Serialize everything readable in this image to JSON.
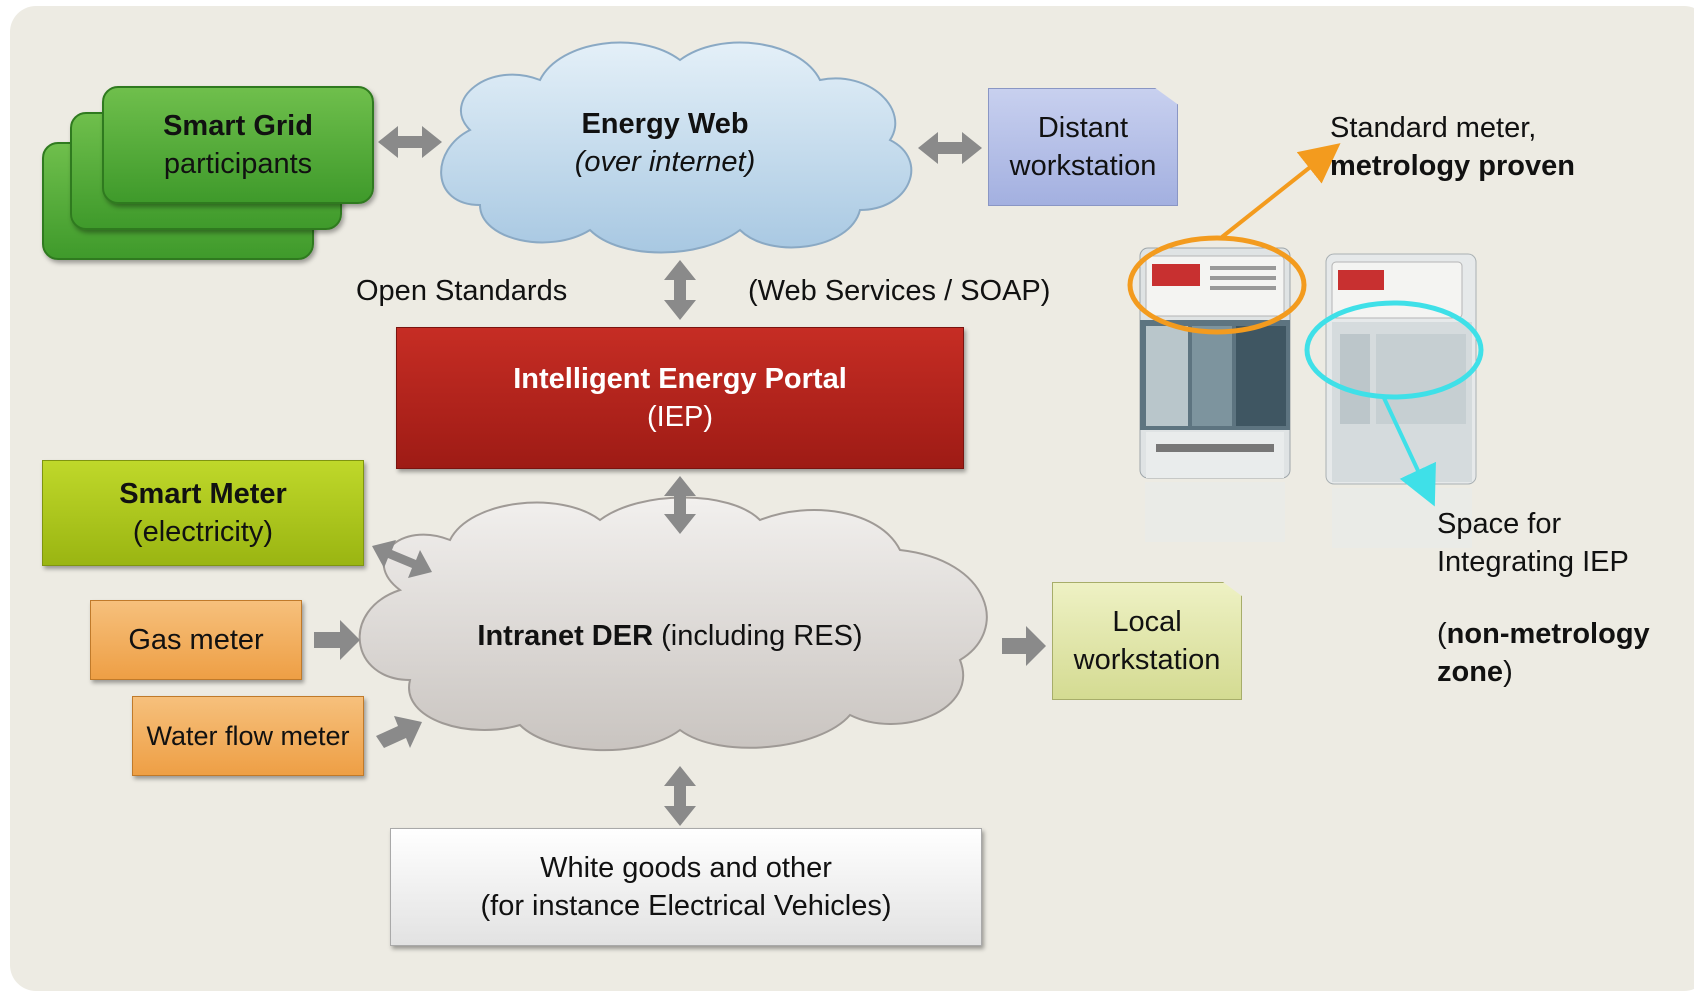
{
  "smart_grid": {
    "title": "Smart Grid",
    "subtitle": "participants"
  },
  "energy_web": {
    "title": "Energy Web",
    "subtitle": "(over internet)"
  },
  "distant_workstation": {
    "line1": "Distant",
    "line2": "workstation"
  },
  "open_standards": "Open Standards",
  "web_services": "(Web Services / SOAP)",
  "iep": {
    "title": "Intelligent Energy Portal",
    "subtitle": "(IEP)"
  },
  "smart_meter": {
    "title": "Smart Meter",
    "subtitle": "(electricity)"
  },
  "gas_meter": "Gas meter",
  "water_meter": "Water flow meter",
  "intranet": {
    "title": "Intranet DER",
    "suffix": " (including RES)"
  },
  "local_workstation": {
    "line1": "Local",
    "line2": "workstation"
  },
  "white_goods": {
    "line1": "White goods and other",
    "line2": "(for instance Electrical Vehicles)"
  },
  "standard_meter": {
    "line1": "Standard meter,",
    "line2": "metrology proven"
  },
  "space_for": {
    "line1": "Space for",
    "line2": "Integrating IEP",
    "line3_open": "(",
    "line3_bold": "non-metrology",
    "line4_bold": "zone",
    "line4_close": ")"
  },
  "colors": {
    "iep_red": "#b8221b",
    "smart_meter_lime": "#a9c616",
    "meter_orange": "#f0a850",
    "highlight_orange": "#f39b1e",
    "highlight_cyan": "#3fe0e8",
    "distant_blue": "#aeb9e6",
    "local_yellow": "#e2e8a8",
    "cloud_blue": "#bcd6ea",
    "cloud_grey": "#d8d4d0",
    "arrow_grey": "#8a8a8a"
  }
}
